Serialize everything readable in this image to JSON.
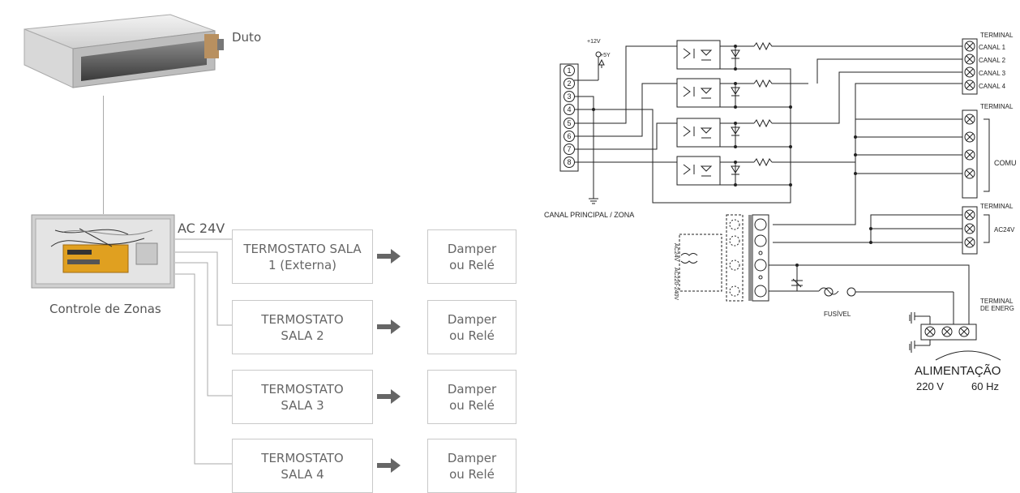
{
  "left": {
    "duct_label": "Duto",
    "ac_label": "AC 24V",
    "controller_label": "Controle de Zonas",
    "rows": [
      {
        "thermostat": "TERMOSTATO SALA\n1 (Externa)",
        "damper": "Damper\nou Relé"
      },
      {
        "thermostat": "TERMOSTATO\nSALA 2",
        "damper": "Damper\nou Relé"
      },
      {
        "thermostat": "TERMOSTATO\nSALA 3",
        "damper": "Damper\nou Relé"
      },
      {
        "thermostat": "TERMOSTATO\nSALA 4",
        "damper": "Damper\nou Relé"
      }
    ]
  },
  "right": {
    "v12": "+12V",
    "v5": "+5Y",
    "pins": [
      "1",
      "2",
      "3",
      "4",
      "5",
      "6",
      "7",
      "8"
    ],
    "main_label": "CANAL PRINCIPAL / ZONA",
    "terminal1": "TERMINAL",
    "channels": [
      "CANAL 1",
      "CANAL 2",
      "CANAL 3",
      "CANAL 4"
    ],
    "terminal2": "TERMINAL",
    "comu": "COMU",
    "terminal3": "TERMINAL",
    "ac24v": "AC24V",
    "transformer_ac24": "AC24V",
    "transformer_ac220": "AC220-240V",
    "fuse": "FUSÍVEL",
    "terminal4a": "TERMINAL",
    "terminal4b": "DE ENERG",
    "power_title": "ALIMENTAÇÃO",
    "power_v": "220 V",
    "power_hz": "60 Hz"
  }
}
